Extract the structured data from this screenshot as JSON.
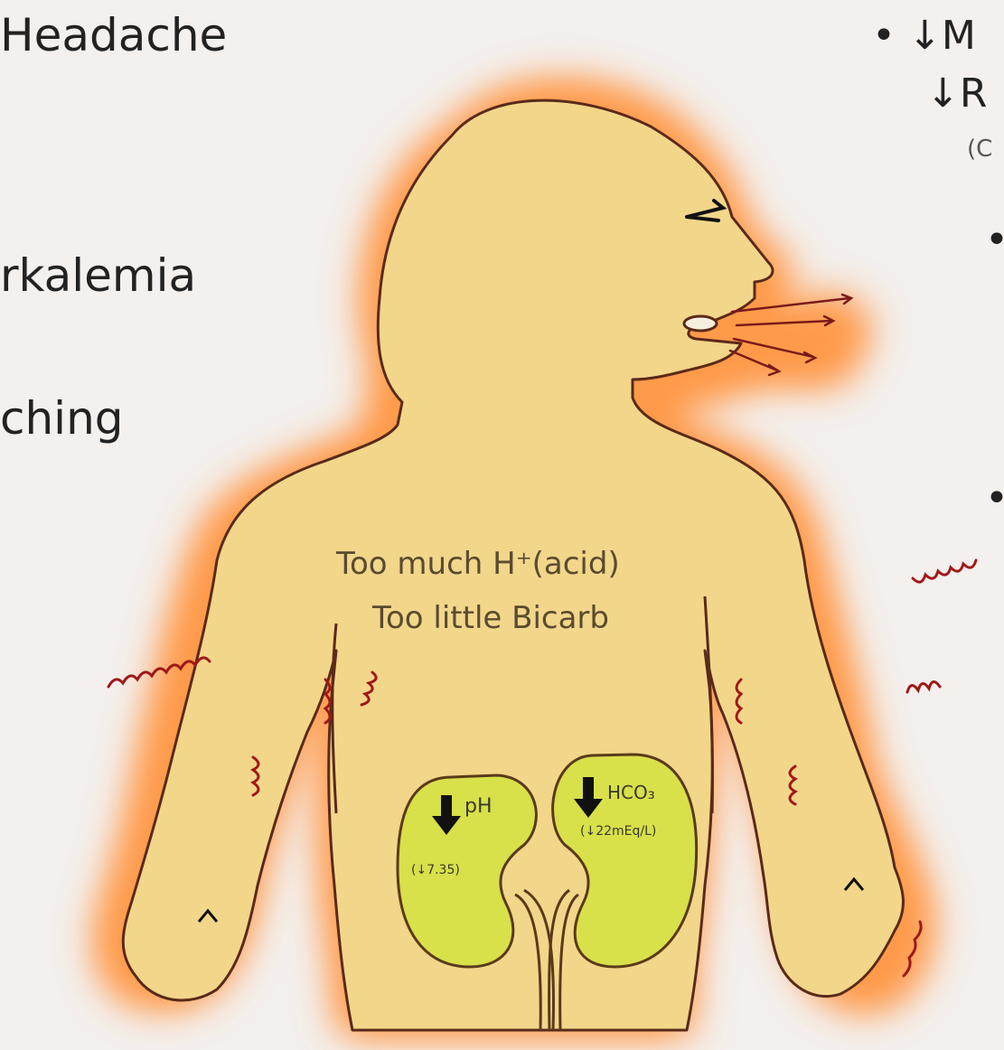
{
  "left_symptoms": [
    "Headache",
    "rkalemia",
    "ching"
  ],
  "right_items": {
    "line1": "↓M",
    "line2": "↓R",
    "line3": "(C"
  },
  "body_text": {
    "line1": "Too much H⁺(acid)",
    "line2": "Too little Bicarb"
  },
  "kidneys": {
    "left": {
      "label": "pH",
      "value": "(↓7.35)"
    },
    "right": {
      "label": "HCO₃",
      "value": "(↓22mEq/L)"
    }
  },
  "colors": {
    "background": "#f4f0ee",
    "body_fill": "#f2d68a",
    "outline": "#5a2a1a",
    "glow_outer": "#ff8a3a",
    "glow_inner": "#f24a1c",
    "kidney_fill": "#d8e04a",
    "arrow": "#111111"
  },
  "icons": [
    "down-arrow-icon",
    "breath-arrows-icon",
    "tremor-squiggle-icon"
  ]
}
